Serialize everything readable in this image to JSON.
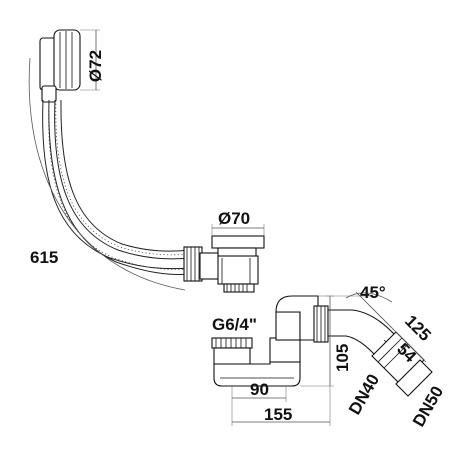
{
  "dimensions": {
    "d72": "Ø72",
    "d70": "Ø70",
    "len615": "615",
    "angle45": "45°",
    "g64": "G6/4\"",
    "len125": "125",
    "len54": "54",
    "len105": "105",
    "len90": "90",
    "len155": "155",
    "dn40": "DN40",
    "dn50": "DN50"
  },
  "colors": {
    "line": "#111111",
    "dimension": "#555555",
    "background": "#ffffff"
  }
}
